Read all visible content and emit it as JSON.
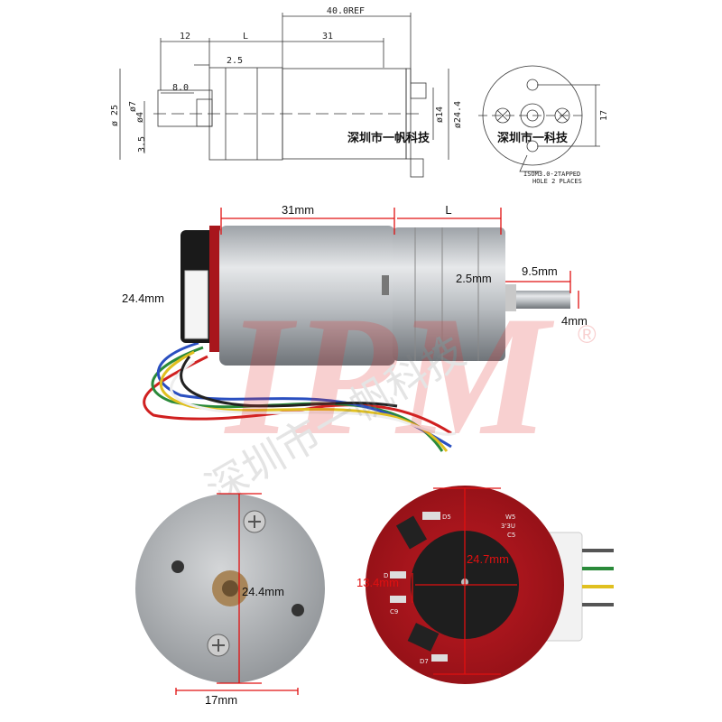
{
  "drawing": {
    "dim_40ref": "40.0REF",
    "dim_12": "12",
    "dim_L": "L",
    "dim_31": "31",
    "dim_2_5": "2.5",
    "dim_8_0": "8.0",
    "dim_d25": "ø 25",
    "dim_d7": "ø7",
    "dim_d4": "ø4",
    "dim_3_5": "3.5",
    "dim_d14": "ø14",
    "dim_d24_4": "ø24.4",
    "dim_17": "17",
    "watermark_side": "深圳市一帆科技",
    "watermark_front": "深圳市一科技",
    "note_line1": "ISOM3.0-2TAPPED",
    "note_line2": "HOLE 2 PLACES"
  },
  "photo_side": {
    "dim_31mm": "31mm",
    "dim_L": "L",
    "dim_24_4mm": "24.4mm",
    "dim_2_5mm": "2.5mm",
    "dim_9_5mm": "9.5mm",
    "dim_4mm": "4mm"
  },
  "photo_bottom": {
    "dim_24_4mm": "24.4mm",
    "dim_17mm": "17mm",
    "dim_13_4mm": "13.4mm",
    "dim_24_7mm": "24.7mm",
    "pcb_labels": [
      "D5",
      "W5",
      "3'3U",
      "C5",
      "D",
      "C9",
      "D7"
    ]
  },
  "watermark": {
    "logo": "IPM",
    "registered": "®",
    "company": "深圳市一帆科技"
  },
  "colors": {
    "dimension_red": "#e01010",
    "pcb_red": "#a8161c"
  }
}
